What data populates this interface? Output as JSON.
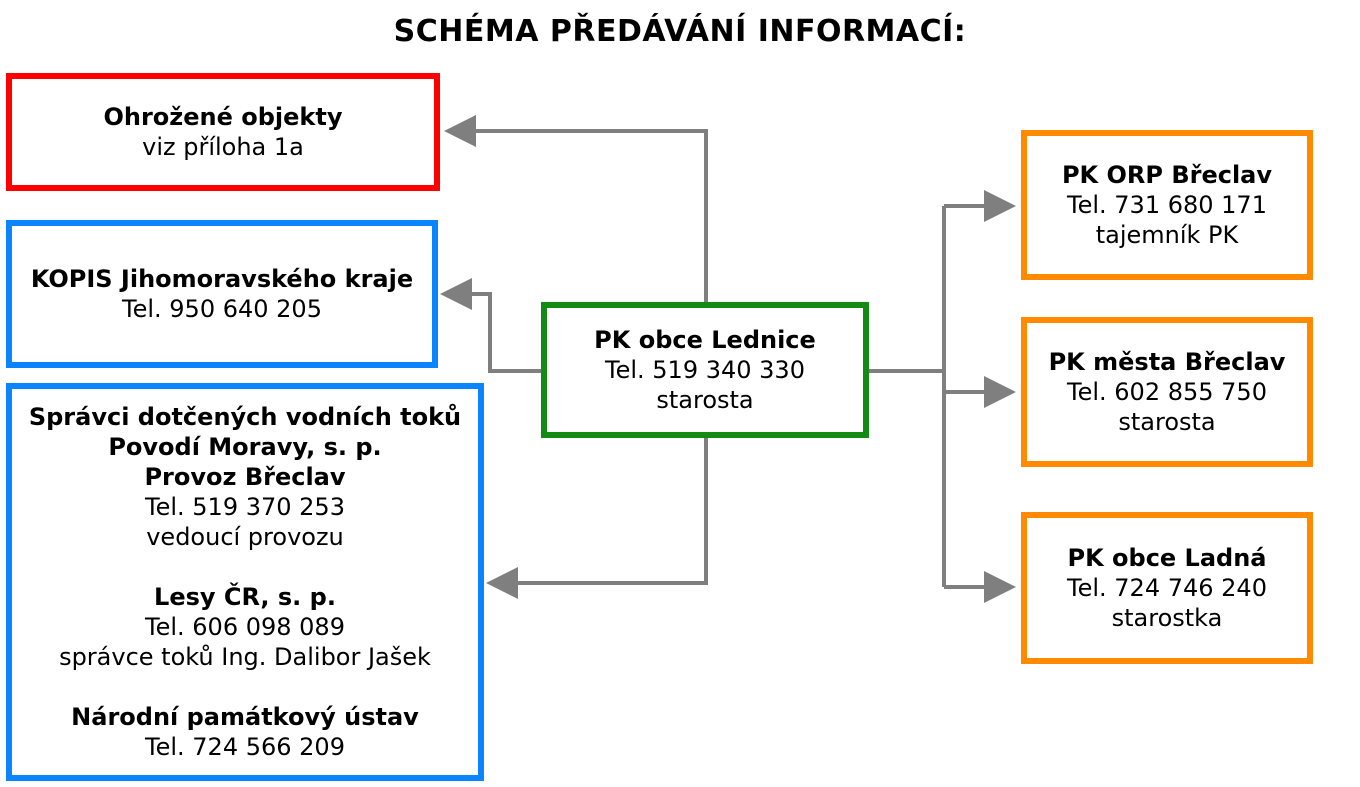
{
  "title": "SCHÉMA PŘEDÁVÁNÍ INFORMACÍ:",
  "colors": {
    "red": "#ff0000",
    "blue": "#0a84ff",
    "green": "#138a13",
    "orange": "#ff8a00",
    "connector": "#7f7f7f"
  },
  "center": {
    "name": "PK obce Lednice",
    "tel": "Tel. 519 340 330",
    "role": "starosta"
  },
  "left": {
    "threatened": {
      "name": "Ohrožené objekty",
      "note": "viz příloha 1a"
    },
    "kopis": {
      "name": "KOPIS Jihomoravského kraje",
      "tel": "Tel. 950 640 205"
    },
    "water": {
      "line1": "Správci dotčených vodních toků",
      "line2": "Povodí Moravy, s. p.",
      "line3": "Provoz Břeclav",
      "tel": "Tel. 519 370 253",
      "role": "vedoucí provozu",
      "lesy_name": "Lesy ČR, s. p.",
      "lesy_tel": "Tel. 606 098 089",
      "lesy_role": "správce toků Ing. Dalibor Jašek",
      "npu_name": "Národní památkový ústav",
      "npu_tel": "Tel. 724 566 209"
    }
  },
  "right": {
    "orp": {
      "name": "PK ORP Břeclav",
      "tel": "Tel. 731 680 171",
      "role": "tajemník PK"
    },
    "mesto": {
      "name": "PK města Břeclav",
      "tel": "Tel. 602 855 750",
      "role": "starosta"
    },
    "ladna": {
      "name": "PK obce Ladná",
      "tel": "Tel. 724 746 240",
      "role": "starostka"
    }
  }
}
